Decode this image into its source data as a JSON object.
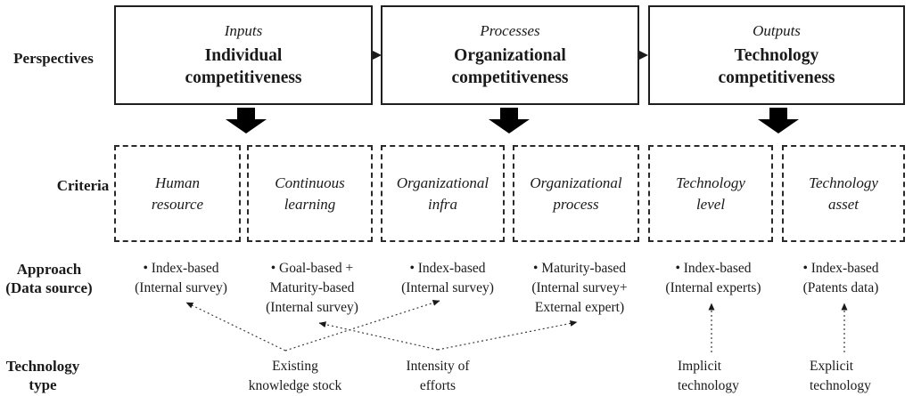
{
  "row_labels": {
    "perspectives": "Perspectives",
    "criteria": "Criteria",
    "approach": [
      "Approach",
      "(Data source)"
    ],
    "technology_type": [
      "Technology",
      "type"
    ]
  },
  "perspective_boxes": [
    {
      "tag": "Inputs",
      "title": [
        "Individual",
        "competitiveness"
      ]
    },
    {
      "tag": "Processes",
      "title": [
        "Organizational",
        "competitiveness"
      ]
    },
    {
      "tag": "Outputs",
      "title": [
        "Technology",
        "competitiveness"
      ]
    }
  ],
  "criteria_boxes": [
    {
      "label": [
        "Human",
        "resource"
      ]
    },
    {
      "label": [
        "Continuous",
        "learning"
      ]
    },
    {
      "label": [
        "Organizational",
        "infra"
      ]
    },
    {
      "label": [
        "Organizational",
        "process"
      ]
    },
    {
      "label": [
        "Technology",
        "level"
      ]
    },
    {
      "label": [
        "Technology",
        "asset"
      ]
    }
  ],
  "approaches": [
    {
      "lines": [
        "• Index-based",
        "(Internal survey)"
      ]
    },
    {
      "lines": [
        "• Goal-based +",
        "Maturity-based",
        "(Internal survey)"
      ]
    },
    {
      "lines": [
        "• Index-based",
        "(Internal survey)"
      ]
    },
    {
      "lines": [
        "• Maturity-based",
        "(Internal survey+",
        "External expert)"
      ]
    },
    {
      "lines": [
        "• Index-based",
        "(Internal experts)"
      ]
    },
    {
      "lines": [
        "• Index-based",
        "(Patents data)"
      ]
    }
  ],
  "technology_types": [
    {
      "lines": [
        "Existing",
        "knowledge stock"
      ]
    },
    {
      "lines": [
        "Intensity of",
        "efforts"
      ]
    },
    {
      "lines": [
        "Implicit",
        "technology"
      ]
    },
    {
      "lines": [
        "Explicit",
        "technology"
      ]
    }
  ],
  "colors": {
    "ink": "#1a1a1a",
    "background": "#ffffff"
  }
}
